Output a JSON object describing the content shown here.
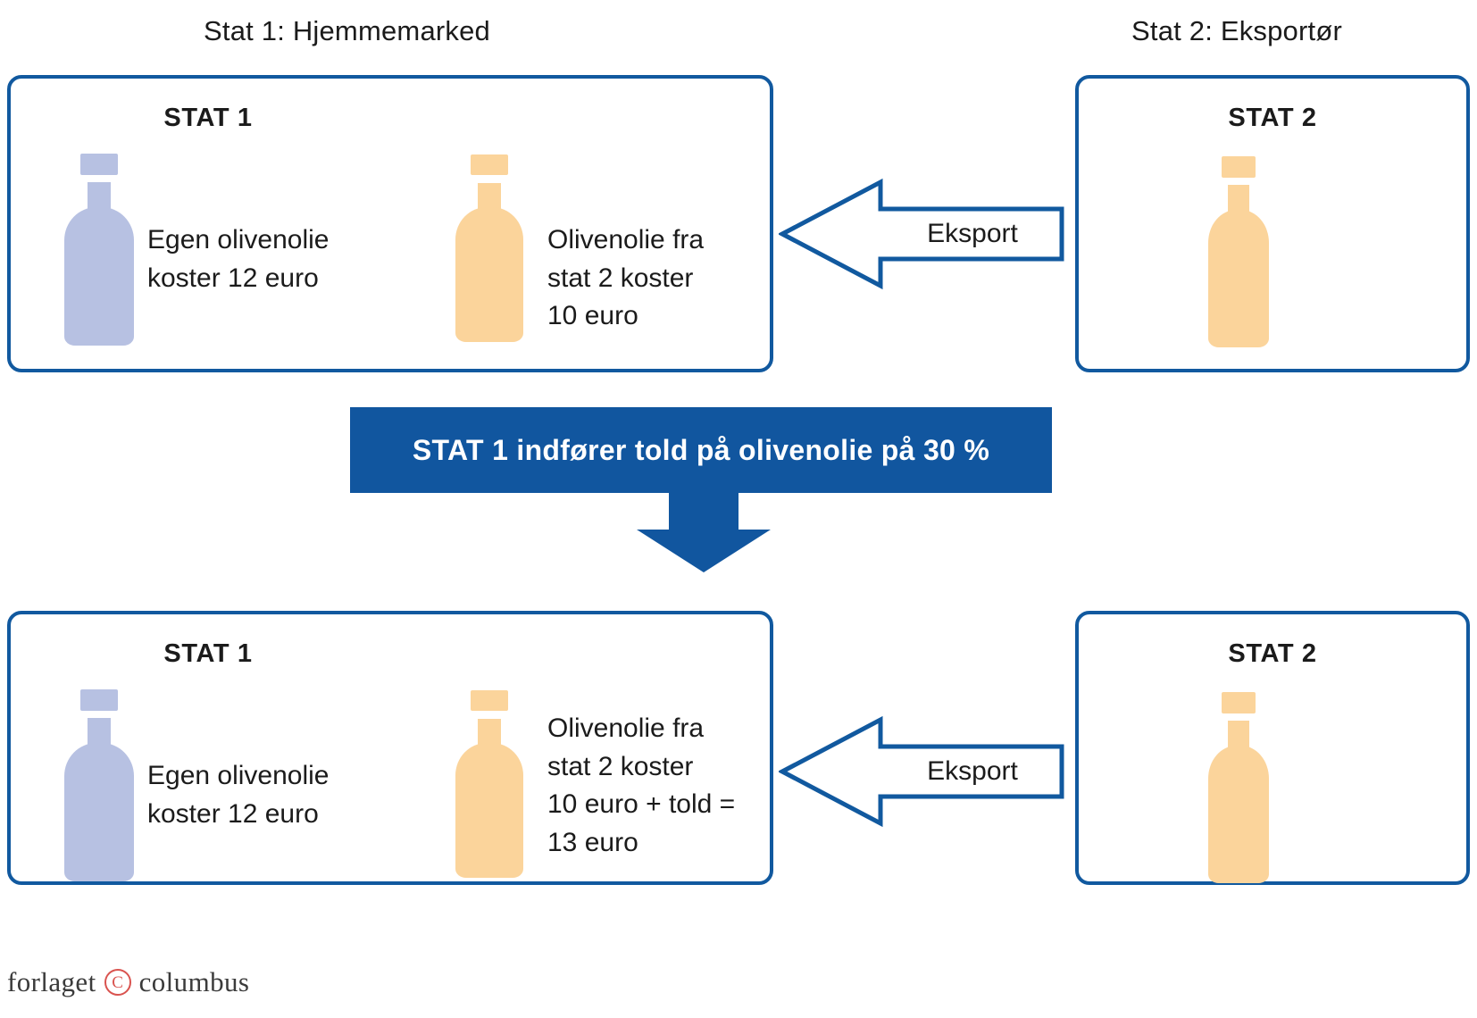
{
  "headers": {
    "left": "Stat 1: Hjemmemarked",
    "right": "Stat 2: Eksportør"
  },
  "colors": {
    "blue_line": "#11599f",
    "banner_blue": "#11569f",
    "bottle_blue": "#b7c1e2",
    "bottle_orange": "#fbd49b",
    "text": "#1b1b1b",
    "logo_red": "#d9534f"
  },
  "panels": {
    "top_left": {
      "title": "STAT 1"
    },
    "top_right": {
      "title": "STAT 2"
    },
    "bottom_left": {
      "title": "STAT 1"
    },
    "bottom_right": {
      "title": "STAT 2"
    }
  },
  "captions": {
    "own_oil_top": "Egen olivenolie\nkoster 12 euro",
    "imported_oil_top": "Olivenolie fra\nstat 2 koster\n10 euro",
    "own_oil_bottom": "Egen olivenolie\nkoster 12 euro",
    "imported_oil_bottom": "Olivenolie fra\nstat 2 koster\n10 euro + told =\n13 euro"
  },
  "arrows": {
    "export_top_label": "Eksport",
    "export_bottom_label": "Eksport"
  },
  "banner": {
    "text": "STAT 1 indfører told på olivenolie på 30 %"
  },
  "footer": {
    "word_1": "forlaget",
    "mark": "C",
    "word_2": "columbus"
  }
}
